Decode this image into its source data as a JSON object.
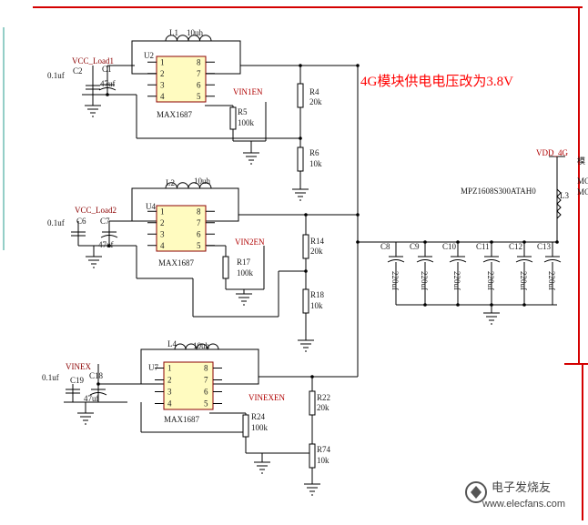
{
  "note": "4G模块供电电压改为3.8V",
  "vdd_label": "VDD_4G",
  "side_text": [
    "模",
    "MC",
    "MC"
  ],
  "ic_pins": [
    "1",
    "2",
    "3",
    "4",
    "8",
    "7",
    "6",
    "5"
  ],
  "block1": {
    "inductor": "L1",
    "inductor_value": "10uh",
    "ic": "U2",
    "ic_part": "MAX1687",
    "net_in": "VCC_Load1",
    "cap_small_ref": "C2",
    "cap_small_val": "0.1uf",
    "cap_big_ref": "C1",
    "cap_big_val": "47uf",
    "enable_net": "VIN1EN",
    "r_en_ref": "R5",
    "r_en_val": "100k",
    "r_top_ref": "R4",
    "r_top_val": "20k",
    "r_bot_ref": "R6",
    "r_bot_val": "10k"
  },
  "block2": {
    "inductor": "L2",
    "inductor_value": "10uh",
    "ic": "U4",
    "ic_part": "MAX1687",
    "net_in": "VCC_Load2",
    "cap_small_ref": "C6",
    "cap_small_val": "0.1uf",
    "cap_big_ref": "C7",
    "cap_big_val": "47uf",
    "enable_net": "VIN2EN",
    "r_en_ref": "R17",
    "r_en_val": "100k",
    "r_top_ref": "R14",
    "r_top_val": "20k",
    "r_bot_ref": "R18",
    "r_bot_val": "10k"
  },
  "block3": {
    "inductor": "L4",
    "inductor_value": "10uh",
    "ic": "U7",
    "ic_part": "MAX1687",
    "net_in": "VINEX",
    "cap_small_ref": "C19",
    "cap_small_val": "0.1uf",
    "cap_big_ref": "C18",
    "cap_big_val": "47uf",
    "enable_net": "VINEXEN",
    "r_en_ref": "R24",
    "r_en_val": "100k",
    "r_top_ref": "R22",
    "r_top_val": "20k",
    "r_bot_ref": "R74",
    "r_bot_val": "10k"
  },
  "output": {
    "bead_ref": "L3",
    "bead_part": "MPZ1608S300ATAH0",
    "caps": [
      {
        "ref": "C8",
        "value": "220uf"
      },
      {
        "ref": "C9",
        "value": "220uf"
      },
      {
        "ref": "C10",
        "value": "220uf"
      },
      {
        "ref": "C11",
        "value": "220uf"
      },
      {
        "ref": "C12",
        "value": "220uf"
      },
      {
        "ref": "C13",
        "value": "220uf"
      }
    ]
  },
  "watermark": "电子发烧友",
  "watermark_url": "www.elecfans.com"
}
